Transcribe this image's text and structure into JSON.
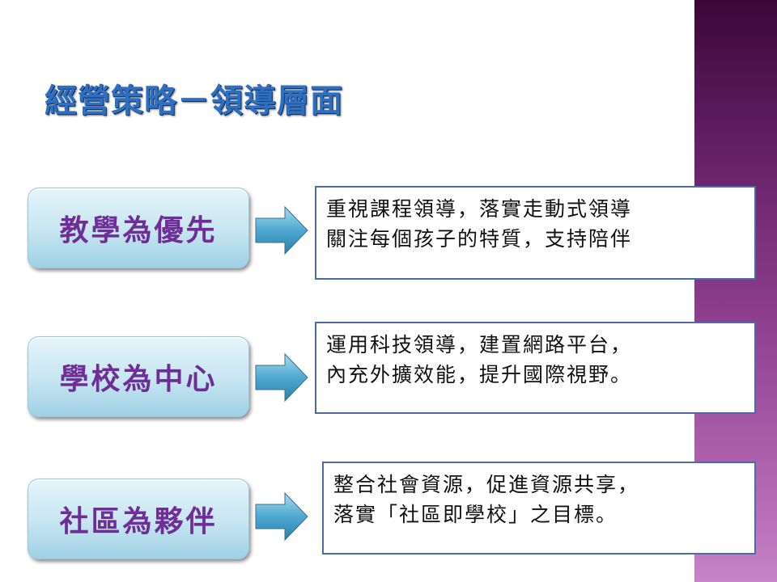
{
  "slide": {
    "title": "經營策略－領導層面",
    "rows": [
      {
        "label": "教學為優先",
        "lines": [
          "重視課程領導，落實走動式領導",
          "關注每個孩子的特質，支持陪伴"
        ]
      },
      {
        "label": "學校為中心",
        "lines": [
          "運用科技領導，建置網路平台，",
          "內充外擴效能，提升國際視野。"
        ]
      },
      {
        "label": "社區為夥伴",
        "lines": [
          "整合社會資源，促進資源共享，",
          "落實「社區即學校」之目標。"
        ]
      }
    ]
  },
  "colors": {
    "title": "#2f6fc2",
    "pill_text": "#6e2e95",
    "box_border": "#4a6da8",
    "arrow": "#4fa8cf",
    "side_band": "#8e3f8e"
  }
}
